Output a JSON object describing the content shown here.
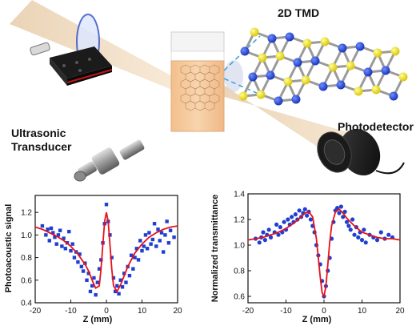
{
  "labels": {
    "tmd": "2D TMD",
    "transducer_line1": "Ultrasonic",
    "transducer_line2": "Transducer",
    "photodetector": "Photodetector"
  },
  "colors": {
    "beam": "#f2d9b8",
    "cuvette_liquid": "#f6c89a",
    "atom_metal": "#1f3fd0",
    "atom_chalcogen": "#f0e020",
    "bond": "#9a9a9a",
    "data_marker": "#1f3fd0",
    "fit_line": "#e8101a"
  },
  "chart_data": [
    {
      "type": "scatter",
      "title": "",
      "xlabel": "Z (mm)",
      "ylabel": "Photoacoustic signal",
      "xlim": [
        -20,
        20
      ],
      "ylim": [
        0.4,
        1.35
      ],
      "xticks": [
        "-20",
        "-10",
        "0",
        "10",
        "20"
      ],
      "yticks": [
        "0.4",
        "0.6",
        "0.8",
        "1.0",
        "1.2"
      ],
      "marker": "square",
      "series": [
        {
          "values_x": [
            -18,
            -17,
            -16.5,
            -16,
            -15.5,
            -15,
            -14.5,
            -14,
            -13.5,
            -13,
            -12.5,
            -12,
            -11.5,
            -11,
            -10.5,
            -10,
            -9.5,
            -9,
            -8.5,
            -8,
            -7.5,
            -7,
            -6.5,
            -6,
            -5.5,
            -5,
            -4.5,
            -4,
            -3.5,
            -3,
            -2.5,
            -2,
            -1.5,
            -1,
            -0.5,
            0,
            0.5,
            1,
            1.5,
            2,
            2.5,
            3,
            3.5,
            4,
            4.5,
            5,
            5.5,
            6,
            6.5,
            7,
            7.5,
            8,
            8.5,
            9,
            9.5,
            10,
            10.5,
            11,
            11.5,
            12,
            12.5,
            13,
            13.5,
            14,
            14.5,
            15,
            15.5,
            16,
            16.5,
            17,
            17.5,
            18,
            19
          ],
          "values_y": [
            1.08,
            1.0,
            1.05,
            0.95,
            1.06,
            1.02,
            0.98,
            0.92,
            1.0,
            1.04,
            0.9,
            0.97,
            0.88,
            0.93,
            1.03,
            0.86,
            0.92,
            0.8,
            0.85,
            0.76,
            0.83,
            0.72,
            0.68,
            0.75,
            0.6,
            0.66,
            0.5,
            0.55,
            0.62,
            0.47,
            0.58,
            0.7,
            0.78,
            0.93,
            1.1,
            1.27,
            1.12,
            1.0,
            0.8,
            0.62,
            0.5,
            0.55,
            0.48,
            0.6,
            0.54,
            0.66,
            0.58,
            0.72,
            0.64,
            0.82,
            0.7,
            0.8,
            0.88,
            0.78,
            0.95,
            0.86,
            0.9,
            1.0,
            0.88,
            1.02,
            0.92,
            0.96,
            1.1,
            0.9,
            1.05,
            0.95,
            1.02,
            0.85,
            1.0,
            1.12,
            0.93,
            1.04,
            0.98
          ]
        },
        {
          "name": "fit",
          "line_x": [
            -20,
            -18,
            -16,
            -14,
            -12,
            -10,
            -8,
            -6,
            -5,
            -4,
            -3,
            -2,
            -1.5,
            -1,
            -0.5,
            0,
            0.5,
            1,
            1.5,
            2,
            3,
            4,
            5,
            6,
            8,
            10,
            12,
            14,
            16,
            18,
            20
          ],
          "line_y": [
            1.07,
            1.05,
            1.02,
            0.99,
            0.95,
            0.9,
            0.83,
            0.74,
            0.68,
            0.6,
            0.53,
            0.55,
            0.7,
            0.92,
            1.12,
            1.2,
            1.12,
            0.92,
            0.7,
            0.55,
            0.5,
            0.56,
            0.64,
            0.72,
            0.84,
            0.92,
            0.98,
            1.02,
            1.05,
            1.07,
            1.08
          ]
        }
      ]
    },
    {
      "type": "scatter",
      "title": "",
      "xlabel": "Z (mm)",
      "ylabel": "Normalized transmittance",
      "xlim": [
        -20,
        20
      ],
      "ylim": [
        0.55,
        1.4
      ],
      "xticks": [
        "-20",
        "-10",
        "0",
        "10",
        "20"
      ],
      "yticks": [
        "0.6",
        "0.8",
        "1.0",
        "1.2",
        "1.4"
      ],
      "marker": "circle",
      "series": [
        {
          "values_x": [
            -18,
            -17,
            -16.5,
            -16,
            -15.5,
            -15,
            -14.5,
            -14,
            -13,
            -12.5,
            -12,
            -11.5,
            -11,
            -10.5,
            -10,
            -9.5,
            -9,
            -8.5,
            -8,
            -7.5,
            -7,
            -6.5,
            -6,
            -5.5,
            -5,
            -4.5,
            -4,
            -3.5,
            -3,
            -2.5,
            -2,
            -1.5,
            -1,
            -0.5,
            0,
            0.5,
            1,
            1.5,
            2,
            2.5,
            3,
            3.5,
            4,
            4.5,
            5,
            5.5,
            6,
            6.5,
            7,
            7.5,
            8,
            8.5,
            9,
            9.5,
            10,
            10.5,
            11,
            12,
            13,
            14,
            15,
            16,
            17,
            18
          ],
          "values_y": [
            1.05,
            1.02,
            1.06,
            1.1,
            1.04,
            1.08,
            1.12,
            1.06,
            1.1,
            1.16,
            1.08,
            1.14,
            1.1,
            1.18,
            1.12,
            1.2,
            1.16,
            1.22,
            1.18,
            1.24,
            1.2,
            1.27,
            1.22,
            1.25,
            1.28,
            1.23,
            1.26,
            1.2,
            1.15,
            1.1,
            1.0,
            0.92,
            0.85,
            0.72,
            0.6,
            0.68,
            0.8,
            0.9,
            1.05,
            1.18,
            1.27,
            1.29,
            1.25,
            1.3,
            1.22,
            1.26,
            1.18,
            1.15,
            1.12,
            1.2,
            1.08,
            1.14,
            1.06,
            1.1,
            1.04,
            1.12,
            1.02,
            1.08,
            1.06,
            1.04,
            1.1,
            1.05,
            1.08,
            1.06
          ]
        },
        {
          "name": "fit",
          "line_x": [
            -20,
            -18,
            -16,
            -14,
            -12,
            -10,
            -8,
            -6,
            -5,
            -4,
            -3,
            -2,
            -1.5,
            -1,
            -0.5,
            0,
            0.5,
            1,
            1.5,
            2,
            3,
            4,
            5,
            6,
            8,
            10,
            12,
            14,
            16,
            18,
            20
          ],
          "line_y": [
            1.04,
            1.05,
            1.06,
            1.08,
            1.1,
            1.13,
            1.17,
            1.22,
            1.25,
            1.26,
            1.22,
            1.05,
            0.9,
            0.75,
            0.63,
            0.6,
            0.68,
            0.85,
            1.02,
            1.15,
            1.26,
            1.28,
            1.25,
            1.21,
            1.15,
            1.1,
            1.08,
            1.06,
            1.05,
            1.05,
            1.04
          ]
        }
      ]
    }
  ]
}
